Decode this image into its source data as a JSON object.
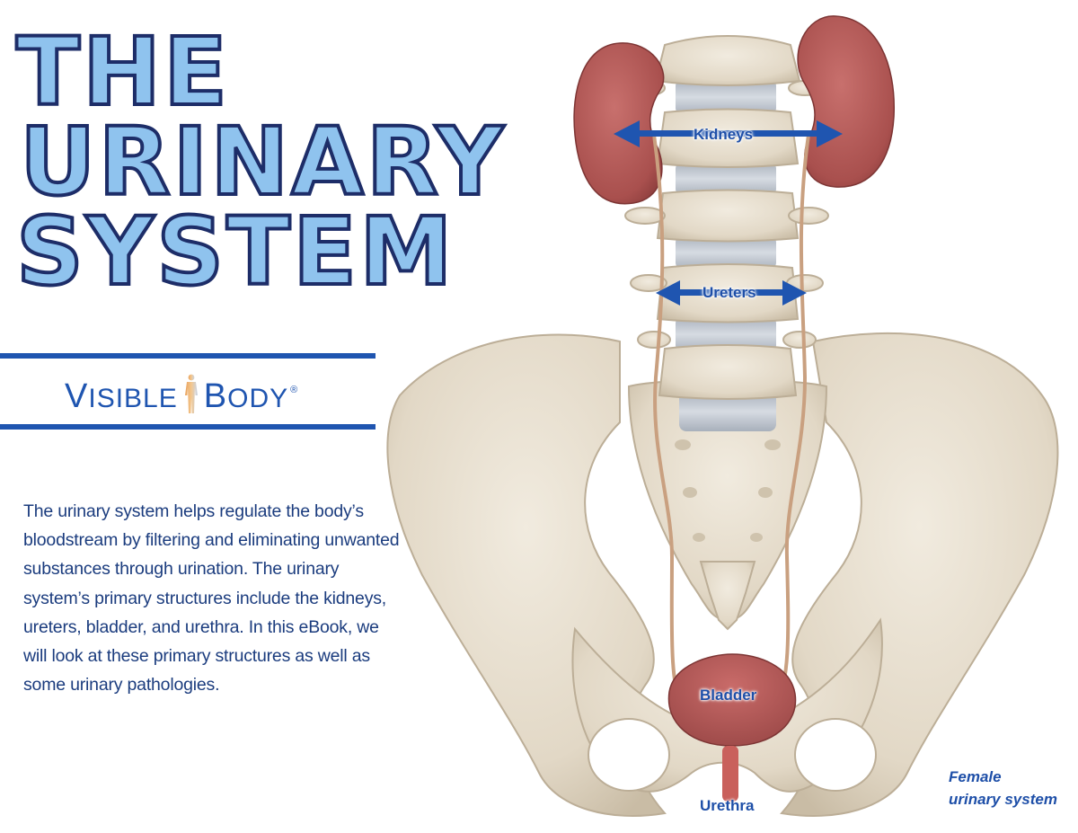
{
  "title": {
    "line1": "THE",
    "line2": "URINARY",
    "line3": "SYSTEM"
  },
  "logo": {
    "word1": "VISIBLE",
    "word2": "BODY",
    "mark": "®"
  },
  "description": "The urinary system helps regulate the body’s bloodstream by filtering and eliminating unwanted substances through urination. The urinary system’s primary structures include the kidneys, ureters, bladder, and urethra. In this eBook, we will look at these primary structures as well as some urinary pathologies.",
  "labels": {
    "kidneys": "Kidneys",
    "ureters": "Ureters",
    "bladder": "Bladder",
    "urethra": "Urethra"
  },
  "caption": {
    "line1": "Female",
    "line2": "urinary system"
  },
  "colors": {
    "title_fill": "#8fc3ee",
    "title_outline": "#1d2d68",
    "accent_blue": "#1f55b0",
    "text_blue": "#1b3c7e",
    "bone": "#e6dccb",
    "kidney": "#b15a58",
    "disc": "#bfc6d0"
  },
  "icons": {
    "logo_figure": "human-figure-icon"
  }
}
